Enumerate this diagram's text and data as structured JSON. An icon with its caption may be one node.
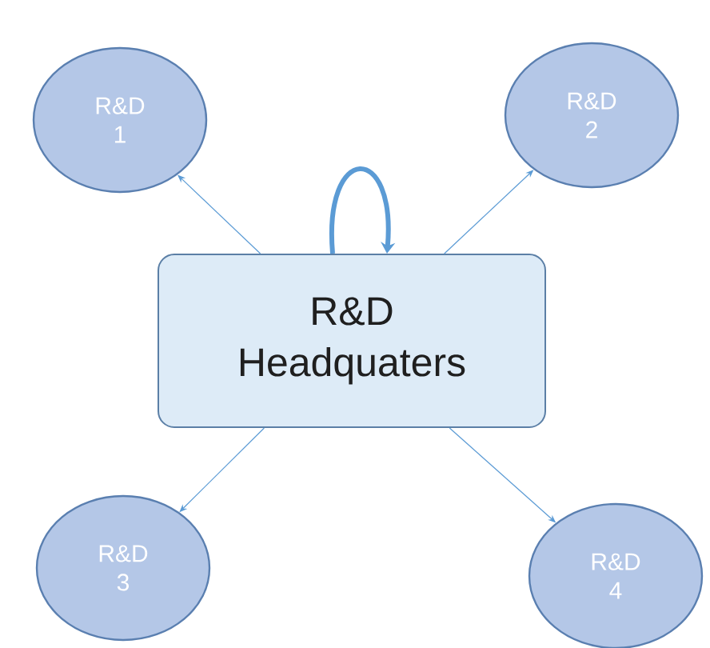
{
  "diagram": {
    "nodes": [
      {
        "text": [
          "R&D 1"
        ]
      },
      {
        "text": [
          "R&D 2"
        ]
      },
      {
        "text": [
          "R&D Headquaters"
        ]
      },
      {
        "text": [
          "R&D 3"
        ]
      },
      {
        "text": [
          "R&D 4"
        ]
      }
    ],
    "edges": [
      {
        "from": 2,
        "to": 0,
        "arrow": "to"
      },
      {
        "from": 2,
        "to": 1,
        "arrow": "to"
      },
      {
        "from": 2,
        "to": 2,
        "arrow": "to",
        "style": "thick"
      },
      {
        "from": 2,
        "to": 3,
        "arrow": "to"
      },
      {
        "from": 2,
        "to": 4,
        "arrow": "to"
      }
    ]
  }
}
